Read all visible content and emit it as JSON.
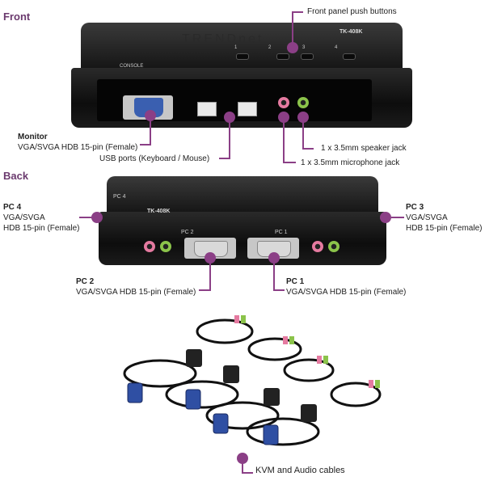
{
  "sections": {
    "front": "Front",
    "back": "Back"
  },
  "device": {
    "model": "TK-408K",
    "brand": "TRENDnet",
    "console": "CONSOLE",
    "pc4": "PC 4",
    "pc2": "PC 2",
    "pc1": "PC 1",
    "btn1": "1",
    "btn2": "2",
    "btn3": "3",
    "btn4": "4"
  },
  "callouts": {
    "front_buttons": "Front panel push buttons",
    "monitor_title": "Monitor",
    "monitor_desc": "VGA/SVGA HDB 15-pin (Female)",
    "usb": "USB ports (Keyboard / Mouse)",
    "speaker": "1 x 3.5mm speaker jack",
    "mic": "1 x 3.5mm microphone jack",
    "pc4_title": "PC 4",
    "pc4_line1": "VGA/SVGA",
    "pc4_line2": "HDB 15-pin (Female)",
    "pc3_title": "PC 3",
    "pc3_line1": "VGA/SVGA",
    "pc3_line2": "HDB 15-pin (Female)",
    "pc2_title": "PC 2",
    "pc2_desc": "VGA/SVGA HDB 15-pin (Female)",
    "pc1_title": "PC 1",
    "pc1_desc": "VGA/SVGA HDB 15-pin (Female)",
    "cables": "KVM and Audio cables"
  },
  "colors": {
    "accent": "#8b3f86",
    "vga_blue": "#3a5fb0",
    "speaker_green": "#8bc34a",
    "mic_pink": "#e57aa0"
  }
}
